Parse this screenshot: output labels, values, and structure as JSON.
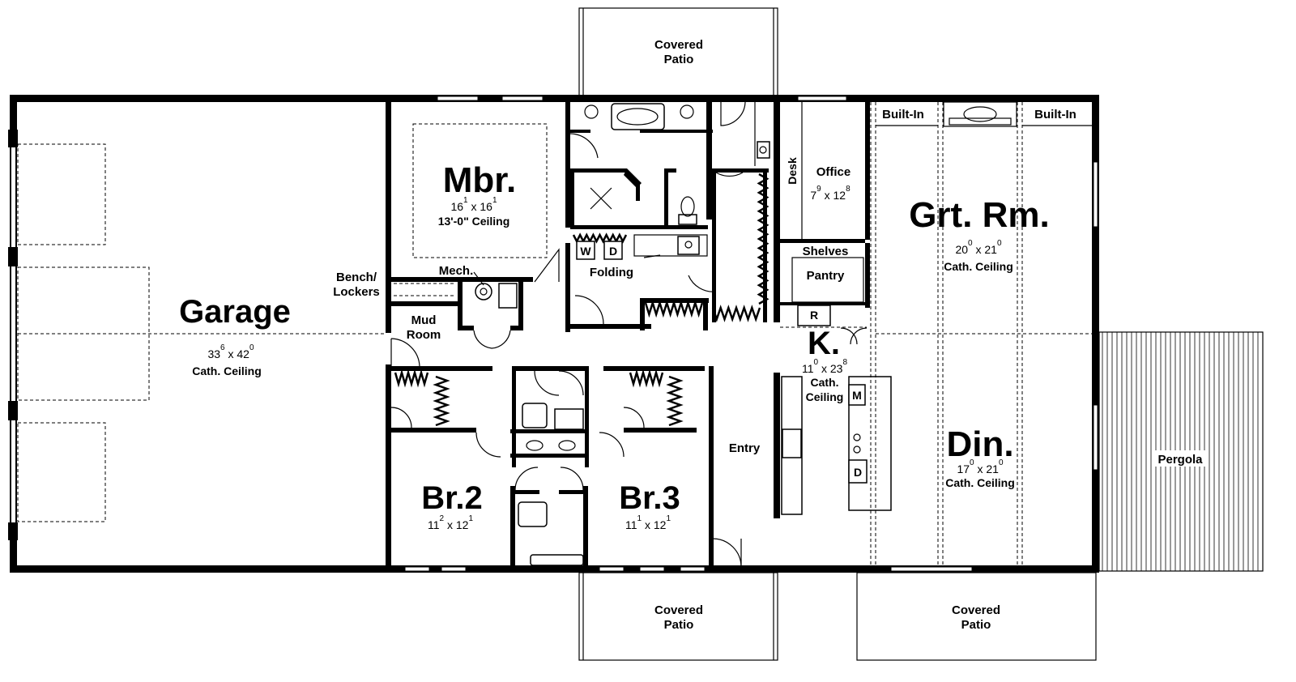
{
  "rooms": {
    "garage": {
      "name": "Garage",
      "w": "33",
      "w_in": "6",
      "d": "42",
      "d_in": "0",
      "ceiling": "Cath. Ceiling"
    },
    "master_bedroom": {
      "name": "Mbr.",
      "w": "16",
      "w_in": "1",
      "d": "16",
      "d_in": "1",
      "ceiling": "13'-0\" Ceiling"
    },
    "great_room": {
      "name": "Grt. Rm.",
      "w": "20",
      "w_in": "0",
      "d": "21",
      "d_in": "0",
      "ceiling": "Cath. Ceiling"
    },
    "dining": {
      "name": "Din.",
      "w": "17",
      "w_in": "0",
      "d": "21",
      "d_in": "0",
      "ceiling": "Cath. Ceiling"
    },
    "kitchen": {
      "name": "K.",
      "w": "11",
      "w_in": "0",
      "d": "23",
      "d_in": "8",
      "ceiling_1": "Cath.",
      "ceiling_2": "Ceiling"
    },
    "bedroom_2": {
      "name": "Br.2",
      "w": "11",
      "w_in": "2",
      "d": "12",
      "d_in": "1"
    },
    "bedroom_3": {
      "name": "Br.3",
      "w": "11",
      "w_in": "1",
      "d": "12",
      "d_in": "1"
    },
    "office": {
      "name": "Office",
      "w": "7",
      "w_in": "9",
      "d": "12",
      "d_in": "8"
    }
  },
  "labels": {
    "covered_patio_top": [
      "Covered",
      "Patio"
    ],
    "covered_patio_bottom_left": [
      "Covered",
      "Patio"
    ],
    "covered_patio_bottom_right": [
      "Covered",
      "Patio"
    ],
    "bench_lockers": [
      "Bench/",
      "Lockers"
    ],
    "mud_room": [
      "Mud",
      "Room"
    ],
    "mech": "Mech.",
    "folding": "Folding",
    "washer": "W",
    "dryer": "D",
    "desk": "Desk",
    "shelves": "Shelves",
    "pantry": "Pantry",
    "refrigerator": "R",
    "microwave": "M",
    "dishwasher": "D",
    "built_in_left": "Built-In",
    "built_in_right": "Built-In",
    "entry": "Entry",
    "pergola": "Pergola"
  },
  "dimension_separator": "x"
}
